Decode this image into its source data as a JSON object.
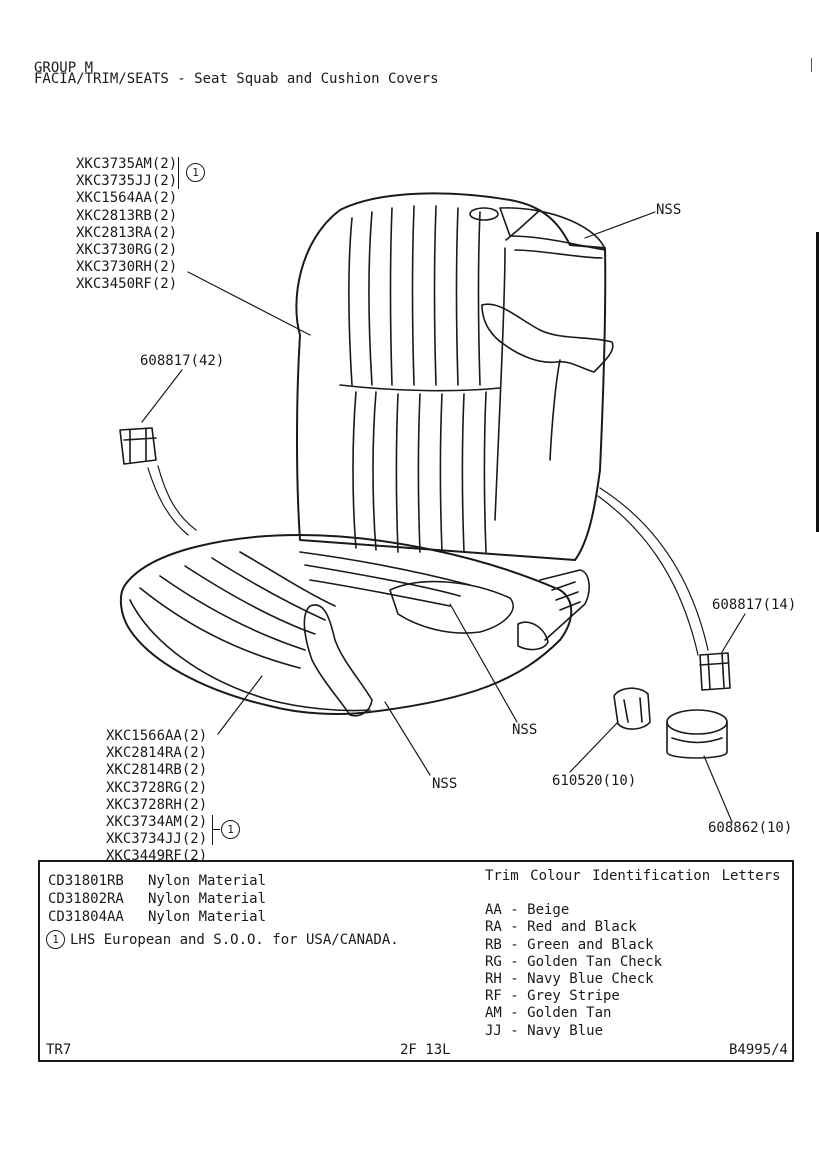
{
  "header": {
    "group": "GROUP M",
    "section": "FACIA/TRIM/SEATS - Seat Squab and Cushion Covers"
  },
  "squab_parts": [
    "XKC3735AM(2)",
    "XKC3735JJ(2)",
    "XKC1564AA(2)",
    "XKC2813RB(2)",
    "XKC2813RA(2)",
    "XKC3730RG(2)",
    "XKC3730RH(2)",
    "XKC3450RF(2)"
  ],
  "cushion_parts": [
    "XKC1566AA(2)",
    "XKC2814RA(2)",
    "XKC2814RB(2)",
    "XKC3728RG(2)",
    "XKC3728RH(2)",
    "XKC3734AM(2)",
    "XKC3734JJ(2)",
    "XKC3449RF(2)"
  ],
  "note_marker": "1",
  "callouts": {
    "nss_top": "NSS",
    "nss_mid": "NSS",
    "nss_low": "NSS",
    "clip_left": "608817(42)",
    "clip_right": "608817(14)",
    "clip_small": "610520(10)",
    "ring": "608862(10)"
  },
  "materials": [
    {
      "code": "CD31801RB",
      "desc": "Nylon Material"
    },
    {
      "code": "CD31802RA",
      "desc": "Nylon Material"
    },
    {
      "code": "CD31804AA",
      "desc": "Nylon Material"
    }
  ],
  "note_text": "LHS European and S.O.O. for USA/CANADA.",
  "legend": {
    "title": "Trim Colour Identification Letters",
    "items": [
      "AA - Beige",
      "RA - Red and Black",
      "RB - Green and Black",
      "RG - Golden Tan Check",
      "RH - Navy Blue Check",
      "RF - Grey Stripe",
      "AM - Golden Tan",
      "JJ - Navy Blue"
    ]
  },
  "footer": {
    "left": "TR7",
    "center": "2F 13L",
    "right": "B4995/4"
  }
}
